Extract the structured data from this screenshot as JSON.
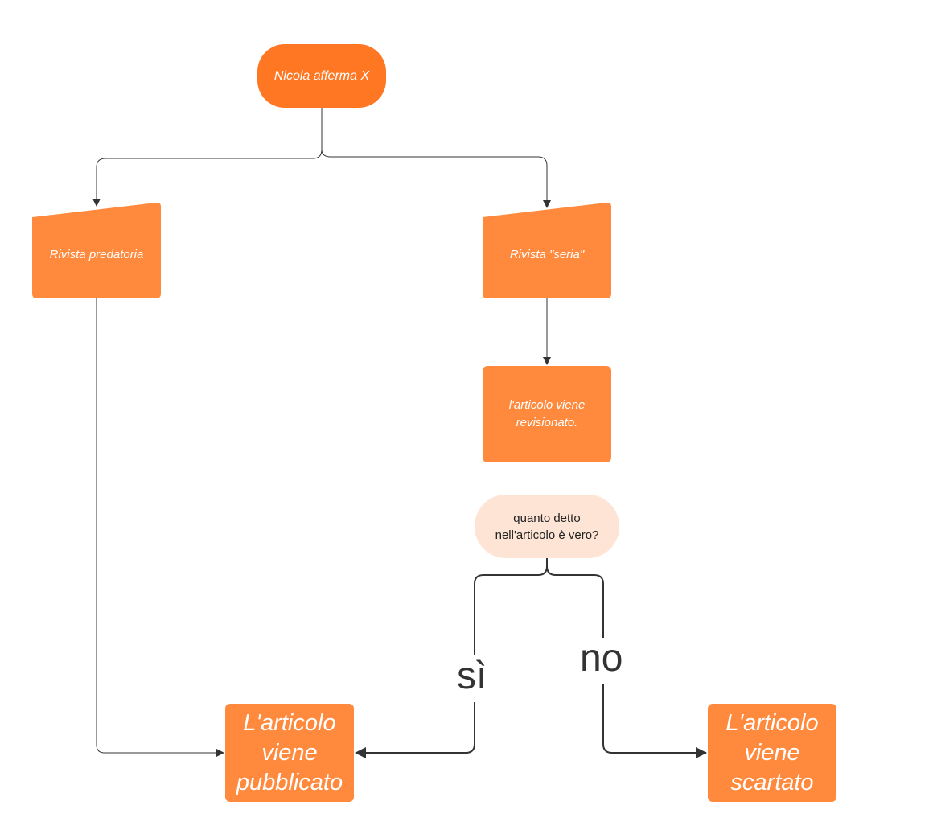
{
  "diagram": {
    "colors": {
      "primary": "#ff7722",
      "secondary": "#ff8a3d",
      "question_fill": "#fde4d4",
      "edge": "#333333",
      "text_light": "#ffffff",
      "text_dark": "#222222"
    },
    "nodes": {
      "start": "Nicola afferma X",
      "predatory": "Rivista predatoria",
      "serious": "Rivista \"seria\"",
      "reviewed": "l'articolo viene revisionato.",
      "question": "quanto detto nell'articolo è vero?",
      "published": "L'articolo viene pubblicato",
      "rejected": "L'articolo viene scartato"
    },
    "edges": {
      "yes_label": "sì",
      "no_label": "no"
    }
  }
}
